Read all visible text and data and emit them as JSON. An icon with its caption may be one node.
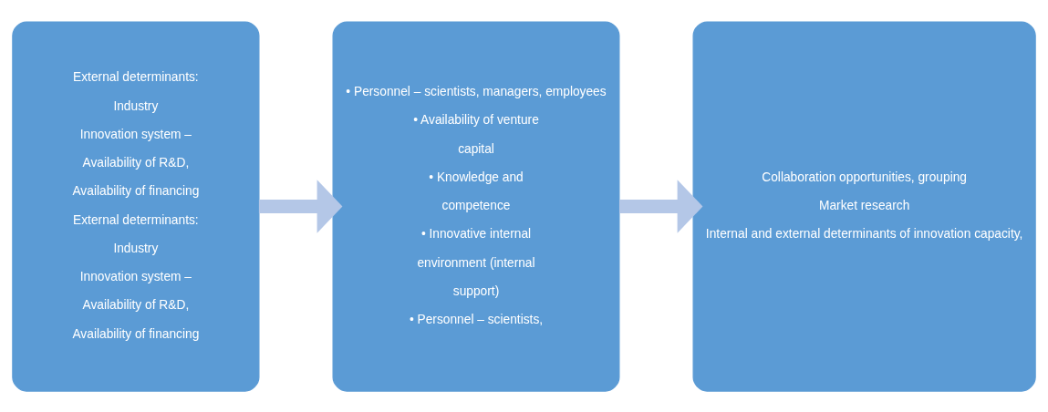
{
  "diagram": {
    "nodes": [
      {
        "text": [
          "External determinants:",
          "Industry",
          "Innovation system –",
          "Availability of R&D,",
          "Availability of financing",
          "External determinants:",
          "Industry",
          "Innovation system –",
          "Availability of R&D,",
          "Availability of financing"
        ]
      },
      {
        "text": [
          "• Personnel – scientists, managers, employees",
          "• Availability of venture",
          "capital",
          "• Knowledge and",
          "competence",
          "• Innovative internal",
          "environment (internal",
          "support)",
          "• Personnel – scientists,"
        ]
      },
      {
        "text": [
          "Collaboration opportunities, grouping",
          "Market research",
          "Internal and external determinants of innovation capacity,"
        ]
      }
    ],
    "edges": [
      {
        "from": 0,
        "to": 1,
        "arrow": "to"
      },
      {
        "from": 1,
        "to": 2,
        "arrow": "to"
      }
    ]
  }
}
